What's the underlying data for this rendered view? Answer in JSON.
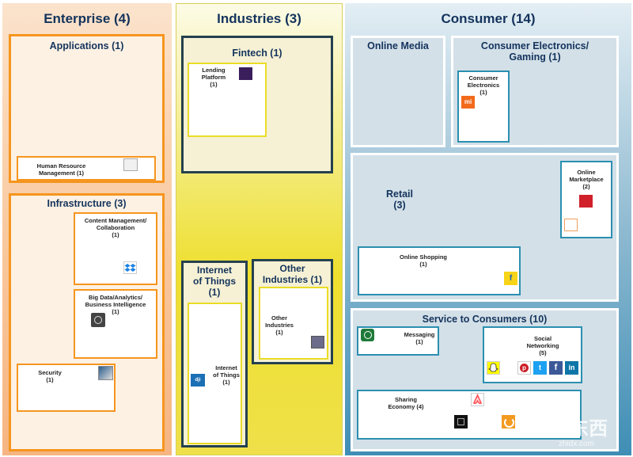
{
  "enterprise": {
    "title": "Enterprise (4)",
    "applications": {
      "title": "Applications (1)",
      "hr": "Human Resource\nManagement (1)"
    },
    "infrastructure": {
      "title": "Infrastructure (3)",
      "cms": "Content Management/\nCollaboration\n(1)",
      "bigdata": "Big Data/Analytics/\nBusiness Intelligence\n(1)",
      "security": "Security\n(1)"
    }
  },
  "industries": {
    "title": "Industries (3)",
    "fintech": {
      "title": "Fintech (1)",
      "lending": "Lending\nPlatform\n(1)"
    },
    "iot": {
      "title": "Internet\nof Things\n(1)",
      "inner": "Internet\nof Things\n(1)"
    },
    "other": {
      "title": "Other\nIndustries (1)",
      "inner": "Other\nIndustries\n(1)"
    }
  },
  "consumer": {
    "title": "Consumer (14)",
    "online_media": "Online Media",
    "electronics": {
      "title": "Consumer Electronics/\nGaming (1)",
      "inner": "Consumer\nElectronics\n(1)"
    },
    "retail": {
      "title": "Retail\n(3)",
      "marketplace": "Online\nMarketplace\n(2)",
      "shopping": "Online Shopping\n(1)"
    },
    "service": {
      "title": "Service to Consumers (10)",
      "messaging": "Messaging\n(1)",
      "social": "Social\nNetworking\n(5)",
      "sharing": "Sharing\nEconomy (4)"
    }
  },
  "watermark": {
    "main": "智东西",
    "sub": "zhidx.com"
  }
}
